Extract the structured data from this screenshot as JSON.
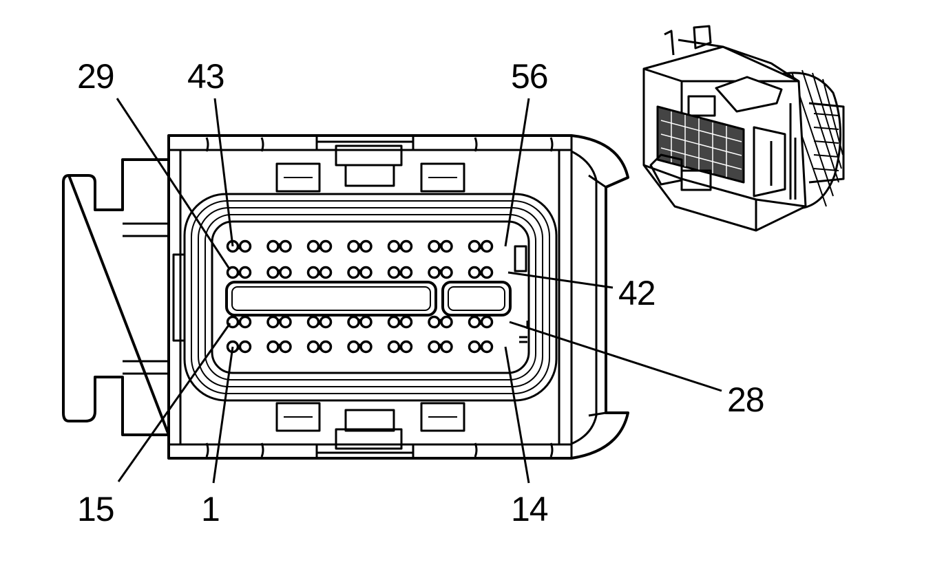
{
  "diagram": {
    "colors": {
      "line": "#000000",
      "fill": "#ffffff"
    },
    "labels": {
      "pin_29": "29",
      "pin_43": "43",
      "pin_56": "56",
      "pin_42": "42",
      "pin_28": "28",
      "pin_15": "15",
      "pin_1": "1",
      "pin_14": "14"
    },
    "connector": {
      "pin_rows": 4,
      "pin_pairs_per_row": 7,
      "row_order_top_to_bottom": [
        "43-56",
        "29-42",
        "15-28",
        "1-14"
      ]
    }
  }
}
